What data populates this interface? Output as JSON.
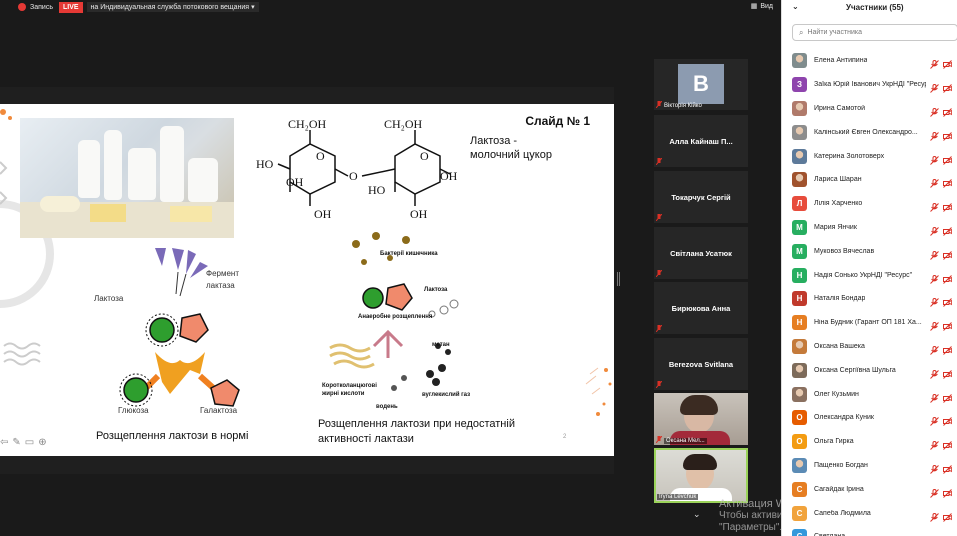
{
  "toolbar": {
    "record_label": "Запись",
    "live_label": "LIVE",
    "stream_label": "на Индивидуальная служба потокового вещания",
    "view_label": "Вид"
  },
  "slide": {
    "title": "Слайд № 1",
    "lactose_caption_line1": "Лактоза -",
    "lactose_caption_line2": "молочний цукор",
    "enzyme_label_line1": "Фермент",
    "enzyme_label_line2": "лактаза",
    "lactose_label": "Лактоза",
    "glucose_label": "Глюкоза",
    "galactose_label": "Галактоза",
    "norm_caption": "Розщеплення лактози в нормі",
    "deficit_caption_line1": "Розщеплення лактози при недостатній",
    "deficit_caption_line2": "активності лактази",
    "bacteria_label": "Бактерії кишечника",
    "lactose_small": "Лактоза",
    "anaerobic_label": "Анаеробне розщеплення",
    "methane_label": "метан",
    "fatty_acids_line1": "Коротколанцюгові",
    "fatty_acids_line2": "жирні кислоти",
    "co2_label": "вуглекислий газ",
    "water_label": "водень",
    "page_number": "2",
    "chem": {
      "ch2oh": "CH₂OH",
      "ho": "HO",
      "oh": "OH",
      "o": "O"
    }
  },
  "videos": [
    {
      "name": "Вікторія Кійко",
      "avatar_letter": "В",
      "muted": true
    },
    {
      "name": "Алла Кайнаш П...",
      "muted": true
    },
    {
      "name": "Токарчук Сергій",
      "muted": true
    },
    {
      "name": "Світлана Усатюк",
      "muted": true
    },
    {
      "name": "Бирюкова Анна",
      "muted": true
    },
    {
      "name": "Berezova Svitlana",
      "muted": true
    },
    {
      "name": "Оксана Мел...",
      "muted": true
    },
    {
      "name": "Iryna Levchuk",
      "muted": false
    }
  ],
  "activation": {
    "line1": "Активация W...",
    "line2": "Чтобы активировать Windows, перейдите в раздел",
    "line3": "\"Параметры\"."
  },
  "panel": {
    "title": "Участники (55)",
    "search_placeholder": "Найти участника",
    "participants": [
      {
        "name": "Елена Антипина",
        "initial": "",
        "color": "#7f8c8d",
        "photo": true
      },
      {
        "name": "Заїка Юрій  Іванович УкрНДІ \"Ресур...",
        "initial": "З",
        "color": "#8e44ad"
      },
      {
        "name": "Ирина Самотой",
        "initial": "",
        "color": "#b07a6a",
        "photo": true
      },
      {
        "name": "Калінський Євген Олександро...",
        "initial": "",
        "color": "#8d8d8d",
        "photo": true
      },
      {
        "name": "Катерина Золотоверх",
        "initial": "",
        "color": "#5d7a9a",
        "photo": true
      },
      {
        "name": "Лариса Шаран",
        "initial": "",
        "color": "#a0522d",
        "photo": true
      },
      {
        "name": "Лілія Харченко",
        "initial": "Л",
        "color": "#e74c3c"
      },
      {
        "name": "Мария Янчик",
        "initial": "М",
        "color": "#27ae60"
      },
      {
        "name": "Муковоз Вячеслав",
        "initial": "М",
        "color": "#27ae60"
      },
      {
        "name": "Надія Сонько УкрНДІ \"Ресурс\"",
        "initial": "Н",
        "color": "#27ae60"
      },
      {
        "name": "Наталія Бондар",
        "initial": "Н",
        "color": "#c0392b"
      },
      {
        "name": "Ніна Будник  (Гарант ОП 181 Ха...",
        "initial": "Н",
        "color": "#e67e22"
      },
      {
        "name": "Оксана Вашека",
        "initial": "",
        "color": "#c47a3a",
        "photo": true
      },
      {
        "name": "Оксана Сергіївна Шульга",
        "initial": "",
        "color": "#7d6b5a",
        "photo": true
      },
      {
        "name": "Олег Кузьмин",
        "initial": "",
        "color": "#8a7060",
        "photo": true
      },
      {
        "name": "Олександра Куник",
        "initial": "О",
        "color": "#e65c00"
      },
      {
        "name": "Ольга Гирка",
        "initial": "О",
        "color": "#f39c12"
      },
      {
        "name": "Пащенко Богдан",
        "initial": "",
        "color": "#5b8bb5",
        "photo": true
      },
      {
        "name": "Сагайдак Ірина",
        "initial": "С",
        "color": "#e67e22"
      },
      {
        "name": "Сапеба Людмила",
        "initial": "С",
        "color": "#f1a33c"
      },
      {
        "name": "Светлана",
        "initial": "С",
        "color": "#3498db"
      }
    ]
  },
  "colors": {
    "muted_red": "#d93025",
    "green_molecule": "#2e9e2e",
    "salmon": "#f08a6c",
    "arrow_orange": "#f0a020"
  }
}
